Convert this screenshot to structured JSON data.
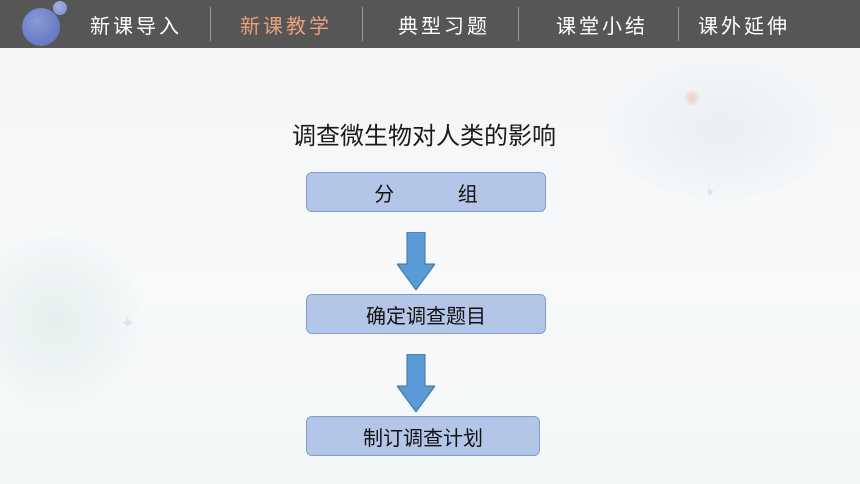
{
  "nav": {
    "items": [
      {
        "label": "新课导入",
        "active": false
      },
      {
        "label": "新课教学",
        "active": true
      },
      {
        "label": "典型习题",
        "active": false
      },
      {
        "label": "课堂小结",
        "active": false
      },
      {
        "label": "课外延伸",
        "active": false
      }
    ],
    "active_color": "#e9a07c",
    "bar_color": "#565656"
  },
  "content": {
    "title": "调查微生物对人类的影响",
    "steps": [
      {
        "label": "分          组"
      },
      {
        "label": "确定调查题目"
      },
      {
        "label": "制订调查计划"
      }
    ],
    "box_color": "#b3c6e7",
    "arrow_color": "#5b9bd5"
  }
}
